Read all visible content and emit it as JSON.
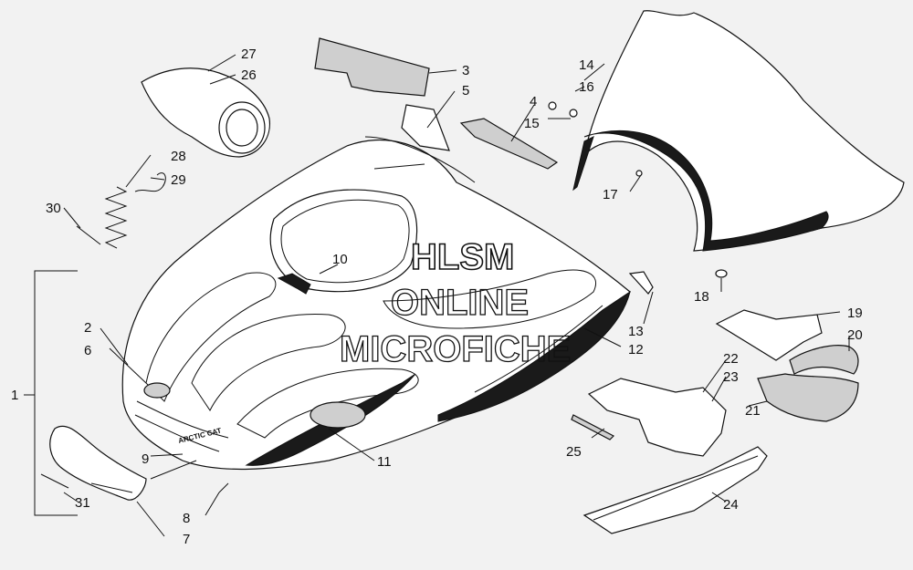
{
  "watermark": {
    "line1": "HLSM",
    "line2": "ONLINE",
    "line3": "MICROFICHE"
  },
  "decal_text": {
    "brand": "ARCTIC CAT"
  },
  "callouts": {
    "c1": "1",
    "c2": "2",
    "c3": "3",
    "c4": "4",
    "c5": "5",
    "c6": "6",
    "c7": "7",
    "c8": "8",
    "c9": "9",
    "c10": "10",
    "c11": "11",
    "c12": "12",
    "c13": "13",
    "c14": "14",
    "c15": "15",
    "c16": "16",
    "c17": "17",
    "c18": "18",
    "c19": "19",
    "c20": "20",
    "c21": "21",
    "c22": "22",
    "c23": "23",
    "c24": "24",
    "c25": "25",
    "c26": "26",
    "c27": "27",
    "c28": "28",
    "c29": "29",
    "c30": "30",
    "c31": "31"
  }
}
